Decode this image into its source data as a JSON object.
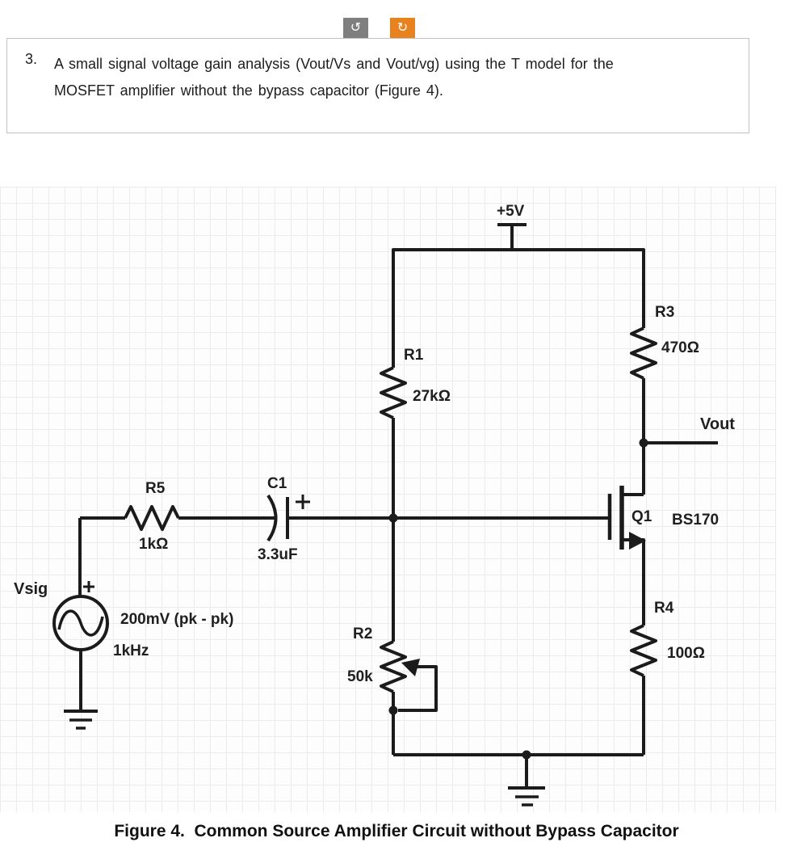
{
  "toolbar": {
    "undo_glyph": "↺",
    "redo_glyph": "↻",
    "undo_color": "#7f7f7f",
    "redo_color": "#e8821f"
  },
  "question": {
    "number": "3.",
    "lines": [
      "A small signal voltage gain analysis (Vout/Vs and Vout/vg) using the T model for the",
      "MOSFET amplifier without the bypass capacitor (Figure 4)."
    ]
  },
  "circuit": {
    "wire_color": "#1b1b1b",
    "labels": [
      {
        "name": "supply-voltage",
        "text": "+5V"
      },
      {
        "name": "r1-designator",
        "text": "R1"
      },
      {
        "name": "r1-value",
        "text": "27kΩ"
      },
      {
        "name": "r3-designator",
        "text": "R3"
      },
      {
        "name": "r3-value",
        "text": "470Ω"
      },
      {
        "name": "vout-label",
        "text": "Vout"
      },
      {
        "name": "r5-designator",
        "text": "R5"
      },
      {
        "name": "r5-value",
        "text": "1kΩ"
      },
      {
        "name": "c1-designator",
        "text": "C1"
      },
      {
        "name": "c1-value",
        "text": "3.3uF"
      },
      {
        "name": "vsig-label",
        "text": "Vsig"
      },
      {
        "name": "vsig-amplitude",
        "text": "200mV (pk - pk)"
      },
      {
        "name": "vsig-frequency",
        "text": "1kHz"
      },
      {
        "name": "r2-designator",
        "text": "R2"
      },
      {
        "name": "r2-value",
        "text": "50k"
      },
      {
        "name": "q1-designator",
        "text": "Q1"
      },
      {
        "name": "q1-part-number",
        "text": "BS170"
      },
      {
        "name": "r4-designator",
        "text": "R4"
      },
      {
        "name": "r4-value",
        "text": "100Ω"
      }
    ]
  },
  "caption": "Figure 4.  Common Source Amplifier Circuit without Bypass Capacitor"
}
